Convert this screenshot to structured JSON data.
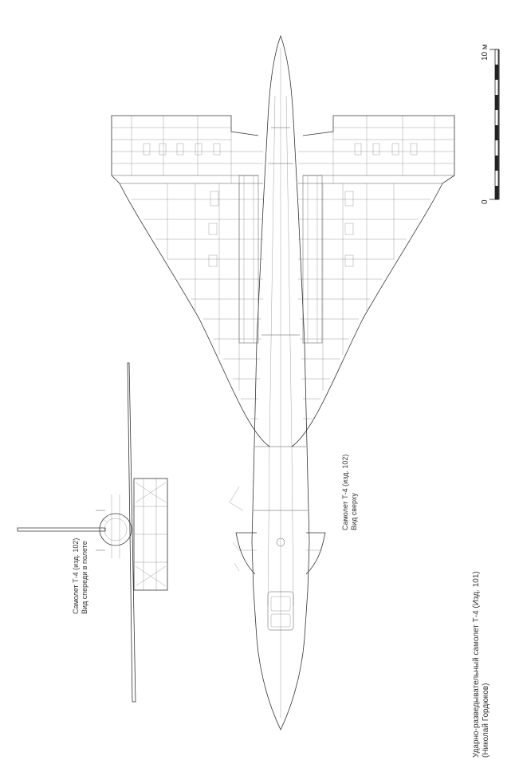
{
  "scale": {
    "zero": "0",
    "ten": "10 м"
  },
  "front_view": {
    "line1": "Самолет Т-4 (изд. 102)",
    "line2": "Вид спереди в полете"
  },
  "top_view": {
    "line1": "Самолет Т-4 (изд. 102)",
    "line2": "Вид сверху"
  },
  "main_caption": {
    "line1": "Ударно-разведывательный самолет Т-4 (Изд. 101)",
    "line2": "(Николай Гордюков)"
  },
  "colors": {
    "ink": "#333333",
    "paper": "#ffffff"
  }
}
